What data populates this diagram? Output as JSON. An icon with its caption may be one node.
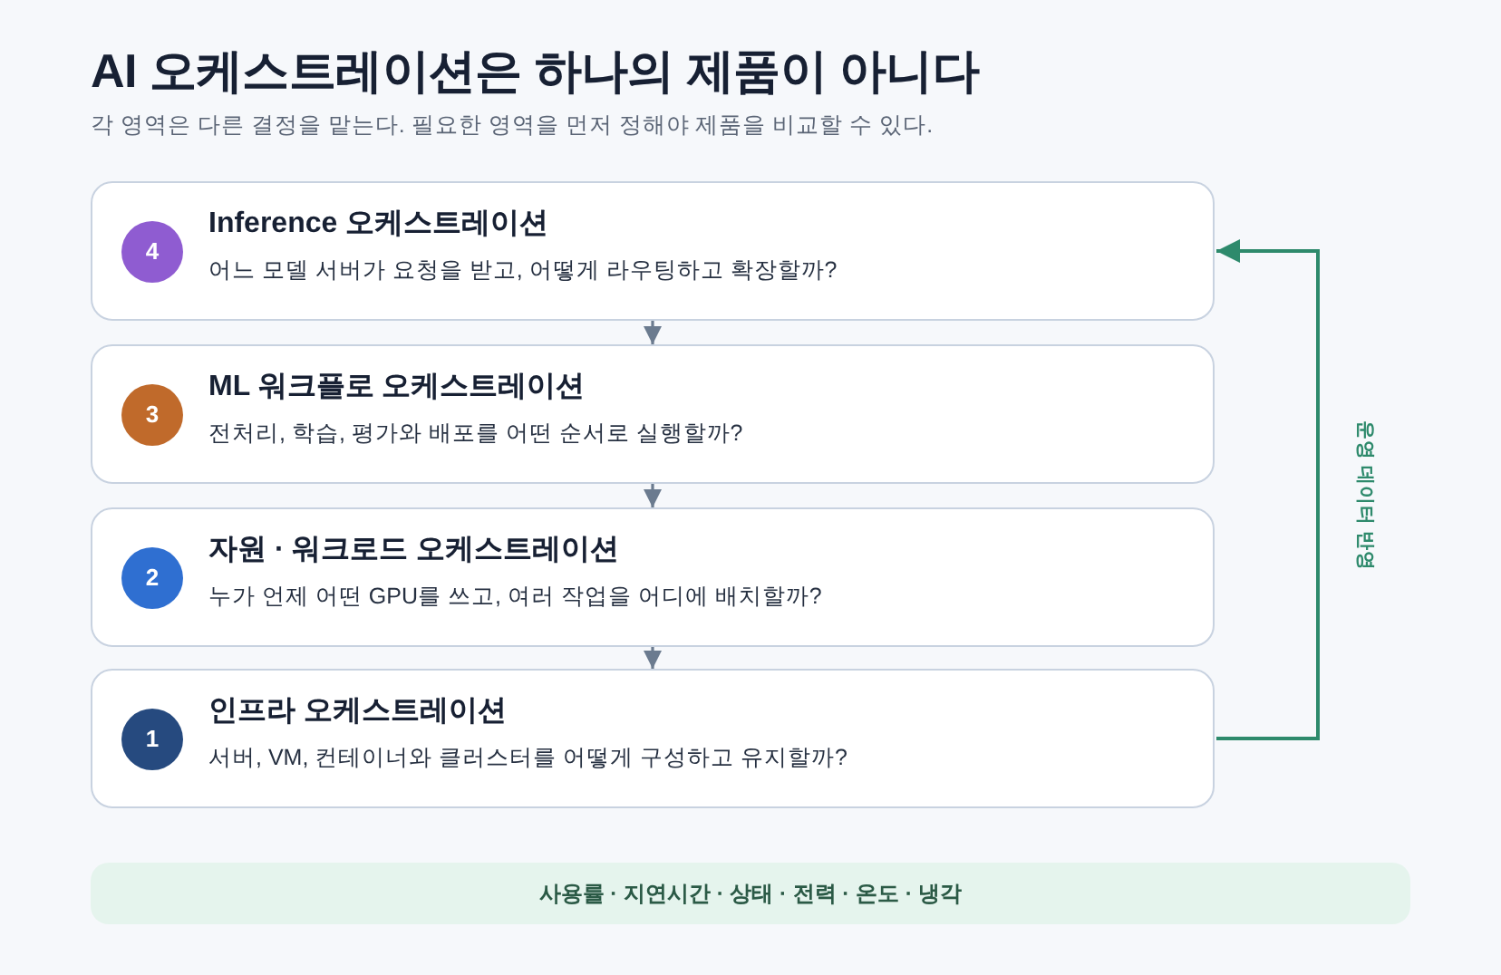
{
  "diagram": {
    "title": "AI 오케스트레이션은 하나의 제품이 아니다",
    "nodes": [
      {
        "text": [
          "Inference 오케스트레이션",
          "어느 모델 서버가 요청을 받고, 어떻게 라우팅하고 확장할까?"
        ]
      },
      {
        "text": [
          "4"
        ],
        "in": 0
      },
      {
        "text": [
          "ML 워크플로 오케스트레이션",
          "전처리, 학습, 평가와 배포를 어떤 순서로 실행할까?"
        ]
      },
      {
        "text": [
          "3"
        ],
        "in": 2
      },
      {
        "text": [
          "자원 · 워크로드 오케스트레이션",
          "누가 언제 어떤 GPU를 쓰고, 여러 작업을 어디에 배치할까?"
        ]
      },
      {
        "text": [
          "2"
        ],
        "in": 4
      },
      {
        "text": [
          "인프라 오케스트레이션",
          "서버, VM, 컨테이너와 클러스터를 어떻게 구성하고 유지할까?"
        ]
      },
      {
        "text": [
          "1"
        ],
        "in": 6
      },
      {
        "text": [
          "사용률 · 지연시간 · 상태 · 전력 · 온도 · 냉각"
        ]
      }
    ],
    "edges": [
      {
        "from": 0,
        "to": 2,
        "arrow": "to"
      },
      {
        "from": 2,
        "to": 4,
        "arrow": "to"
      },
      {
        "from": 4,
        "to": 6,
        "arrow": "to"
      },
      {
        "from": 6,
        "to": 0,
        "arrow": "to",
        "label": "운영 데이터 반영",
        "color": "#2e8a6c"
      }
    ],
    "labels": [
      "각 영역은 다른 결정을 맡는다. 필요한 영역을 먼저 정해야 제품을 비교할 수 있다."
    ]
  }
}
